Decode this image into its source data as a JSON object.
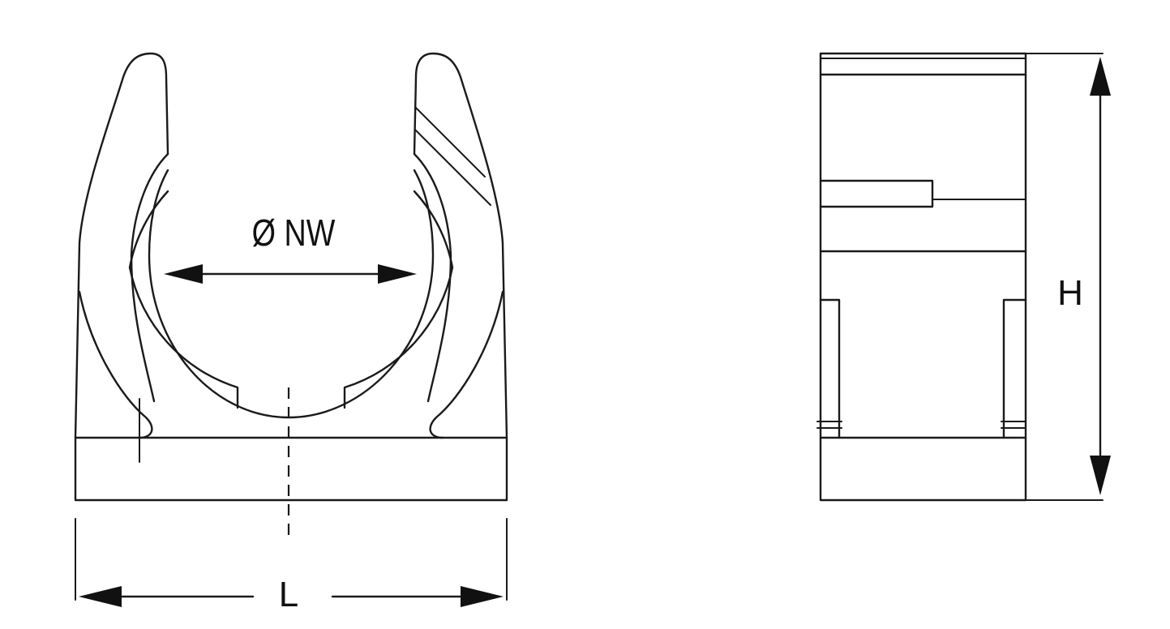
{
  "labels": {
    "diameter": "Ø NW",
    "length": "L",
    "height": "H"
  }
}
